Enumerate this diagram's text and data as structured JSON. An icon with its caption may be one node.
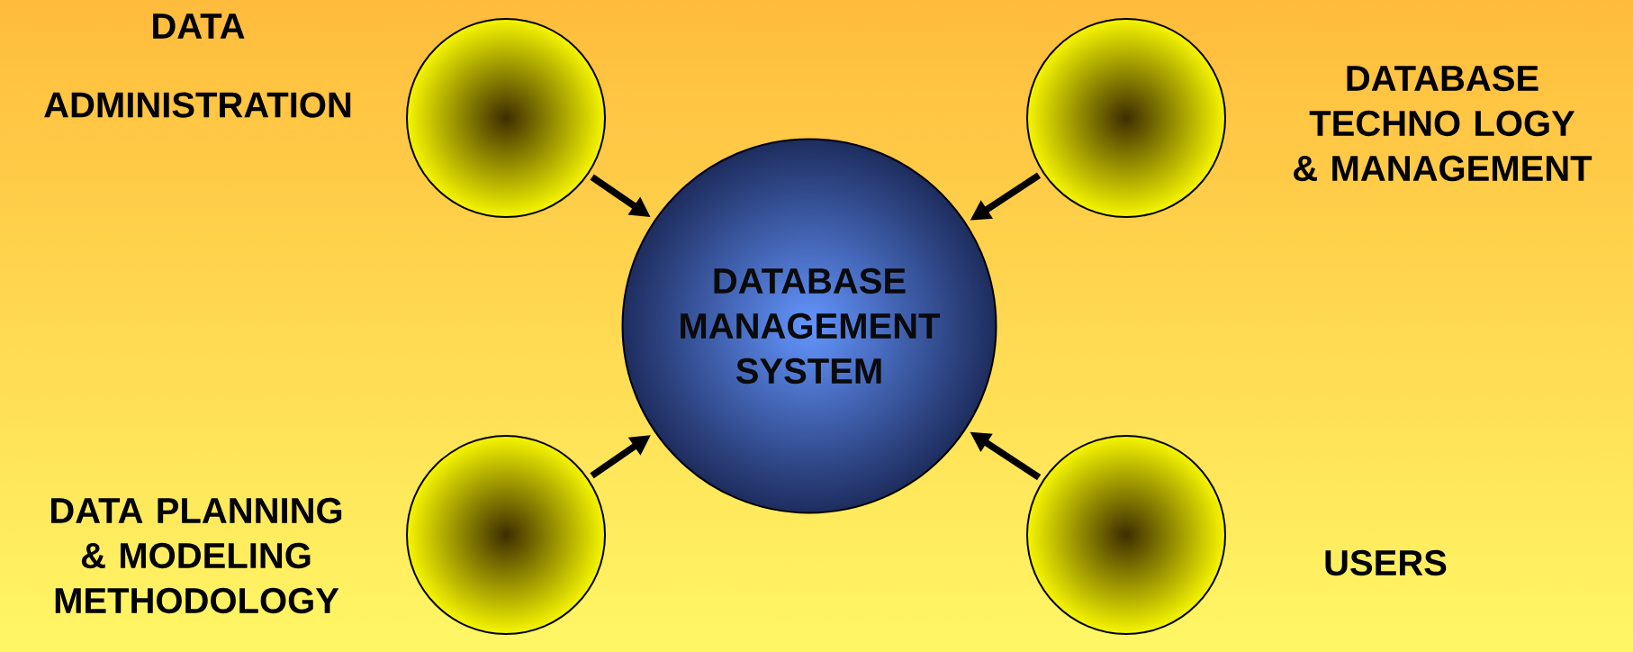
{
  "diagram": {
    "nodes": [
      {
        "text": [],
        "shape": "circle",
        "beside": [
          "DATA ADMINISTRATION"
        ]
      },
      {
        "text": [],
        "shape": "circle",
        "beside": [
          "DATABASE TECHNO LOGY & MANAGEMENT"
        ]
      },
      {
        "text": [
          "DATABASE MANAGEMENT SYSTEM"
        ]
      },
      {
        "text": [],
        "shape": "circle",
        "beside": [
          "DATA PLANNING & MODELING METHODOLOGY"
        ]
      },
      {
        "text": [],
        "shape": "circle",
        "beside": [
          "USERS"
        ]
      }
    ],
    "edges": [
      {
        "from": 0,
        "to": 2,
        "arrow": "to"
      },
      {
        "from": 1,
        "to": 2,
        "arrow": "to"
      },
      {
        "from": 3,
        "to": 2,
        "arrow": "to"
      },
      {
        "from": 4,
        "to": 2,
        "arrow": "to"
      }
    ]
  }
}
